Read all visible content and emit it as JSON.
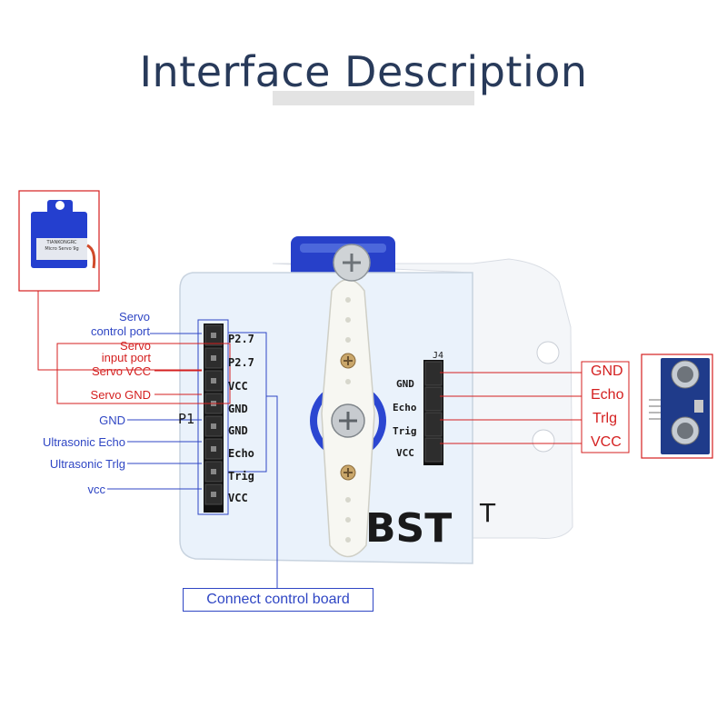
{
  "title": "Interface Description",
  "servo_thumb": {
    "brand": "TIANKONGRC",
    "model": "Micro Servo 9g"
  },
  "board": {
    "header_ref": "P1",
    "header_pins": [
      "P2.7",
      "P2.7",
      "VCC",
      "GND",
      "GND",
      "Echo",
      "Trig",
      "VCC"
    ],
    "ultrasonic_ref": "J4",
    "ultrasonic_pins": [
      "GND",
      "Echo",
      "Trig",
      "VCC"
    ],
    "silk_text": "BST",
    "silk_text_2": "T"
  },
  "left_labels": {
    "servo_control_port": [
      "Servo",
      "control port"
    ],
    "servo_input_port": [
      "Servo",
      "input port"
    ],
    "servo_vcc": "Servo VCC",
    "servo_gnd": "Servo GND",
    "gnd": "GND",
    "ultrasonic_echo": "Ultrasonic Echo",
    "ultrasonic_trig": "Ultrasonic Trlg",
    "vcc": "vcc"
  },
  "right_labels": [
    "GND",
    "Echo",
    "Trlg",
    "VCC"
  ],
  "connect_label": "Connect control board",
  "colors": {
    "title": "#283a5a",
    "blue_annotation": "#2f46c4",
    "red_annotation": "#d41f1f",
    "board": "#e9f2fb",
    "servo_blue": "#2740c9",
    "sensor_pcb": "#1f3b8a"
  }
}
